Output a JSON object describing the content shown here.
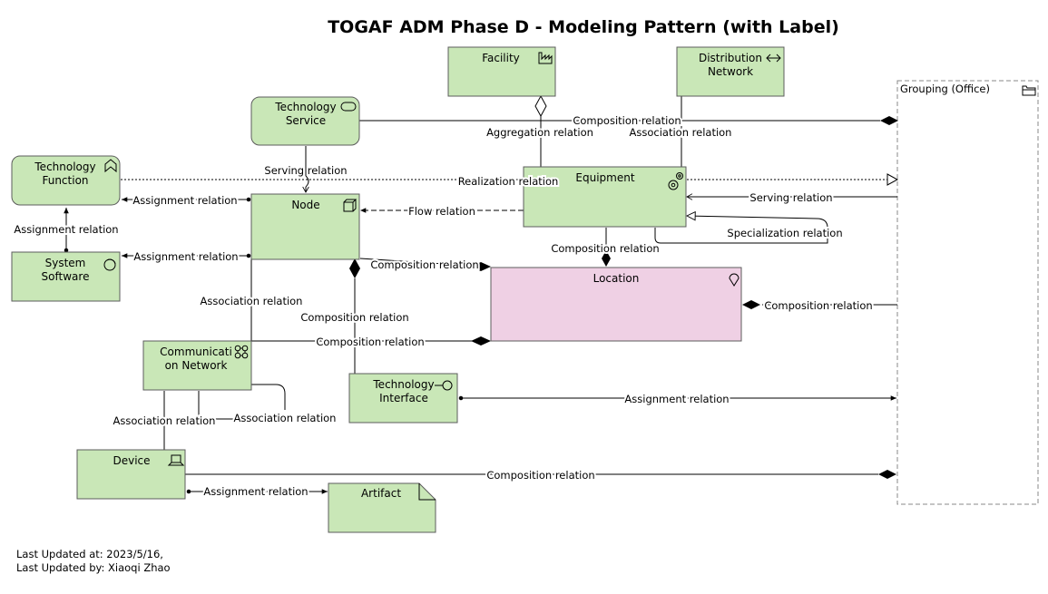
{
  "title": "TOGAF ADM Phase D - Modeling Pattern (with Label)",
  "elements": {
    "facility": "Facility",
    "distribution_network": [
      "Distribution",
      "Network"
    ],
    "technology_service": [
      "Technology",
      "Service"
    ],
    "technology_function": [
      "Technology",
      "Function"
    ],
    "node": "Node",
    "equipment": "Equipment",
    "system_software": [
      "System",
      "Software"
    ],
    "location": "Location",
    "communication_network": [
      "Communicati",
      "on Network"
    ],
    "technology_interface": [
      "Technology",
      "Interface"
    ],
    "device": "Device",
    "artifact": "Artifact",
    "grouping": "Grouping (Office)"
  },
  "relations": {
    "composition": "Composition relation",
    "aggregation": "Aggregation relation",
    "association": "Association relation",
    "serving": "Serving relation",
    "realization": "Realization relation",
    "assignment": "Assignment relation",
    "flow": "Flow relation",
    "specialization": "Specialization relation"
  },
  "footer": {
    "updated_at": "Last Updated at: 2023/5/16,",
    "updated_by": "Last Updated by: Xiaoqi Zhao"
  },
  "icons": [
    "factory-icon",
    "bidirectional-arrow-icon",
    "service-icon",
    "function-icon",
    "node-icon",
    "equipment-gears-icon",
    "system-software-icon",
    "location-pin-icon",
    "network-icon",
    "interface-icon",
    "device-icon",
    "folder-icon"
  ],
  "colors": {
    "technology": "#c9e7b7",
    "location": "#efd0e4",
    "border": "#5c5c5c"
  }
}
